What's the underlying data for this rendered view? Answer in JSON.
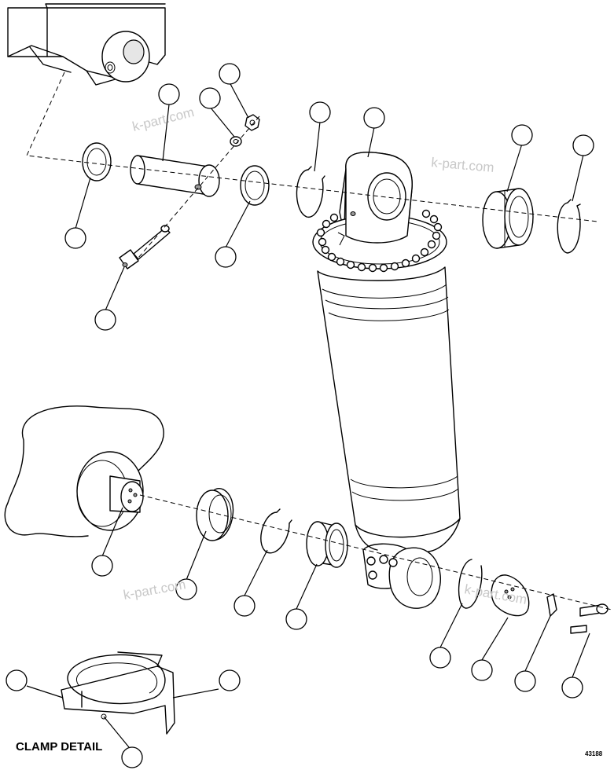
{
  "watermark": "k-part.com",
  "caption": "CLAMP DETAIL",
  "figure_number": "43188",
  "callouts": [
    "ball-upper-pin",
    "ball-grease-fitting",
    "ball-washer-upper",
    "ball-nut-upper",
    "ball-seal-left",
    "ball-retainer-bolt",
    "ball-seal-mid",
    "ball-snap-ring-upper",
    "ball-cylinder",
    "ball-bearing-upper",
    "ball-snap-ring-right",
    "ball-lower-pin",
    "ball-lower-seal",
    "ball-lower-snap-ring",
    "ball-lower-bearing",
    "ball-lower-snap-ring-2",
    "ball-lower-washer",
    "ball-lower-lock",
    "ball-lower-bolt",
    "ball-clamp-left",
    "ball-clamp-right",
    "ball-clamp-bottom"
  ]
}
